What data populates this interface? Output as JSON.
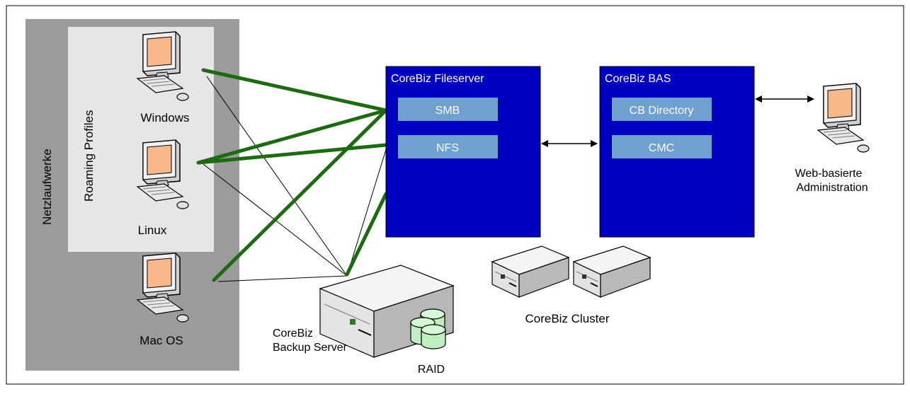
{
  "labels": {
    "netzlaufwerke": "Netzlaufwerke",
    "roaming_profiles": "Roaming Profiles",
    "windows": "Windows",
    "linux": "Linux",
    "mac_os": "Mac OS",
    "backup_server_line1": "CoreBiz",
    "backup_server_line2": "Backup Server",
    "raid": "RAID",
    "cluster": "CoreBiz Cluster",
    "web_admin_line1": "Web-basierte",
    "web_admin_line2": "Administration"
  },
  "fileserver": {
    "title": "CoreBiz Fileserver",
    "services": [
      "SMB",
      "NFS"
    ]
  },
  "bas": {
    "title": "CoreBiz BAS",
    "services": [
      "CB Directory",
      "CMC"
    ]
  },
  "colors": {
    "outer_panel": "#9b9b9b",
    "inner_panel": "#e6e6e6",
    "server_box": "#0000c0",
    "service_box": "#6fa0d0",
    "green_link": "#1d6b11",
    "thin_link": "#000000"
  }
}
